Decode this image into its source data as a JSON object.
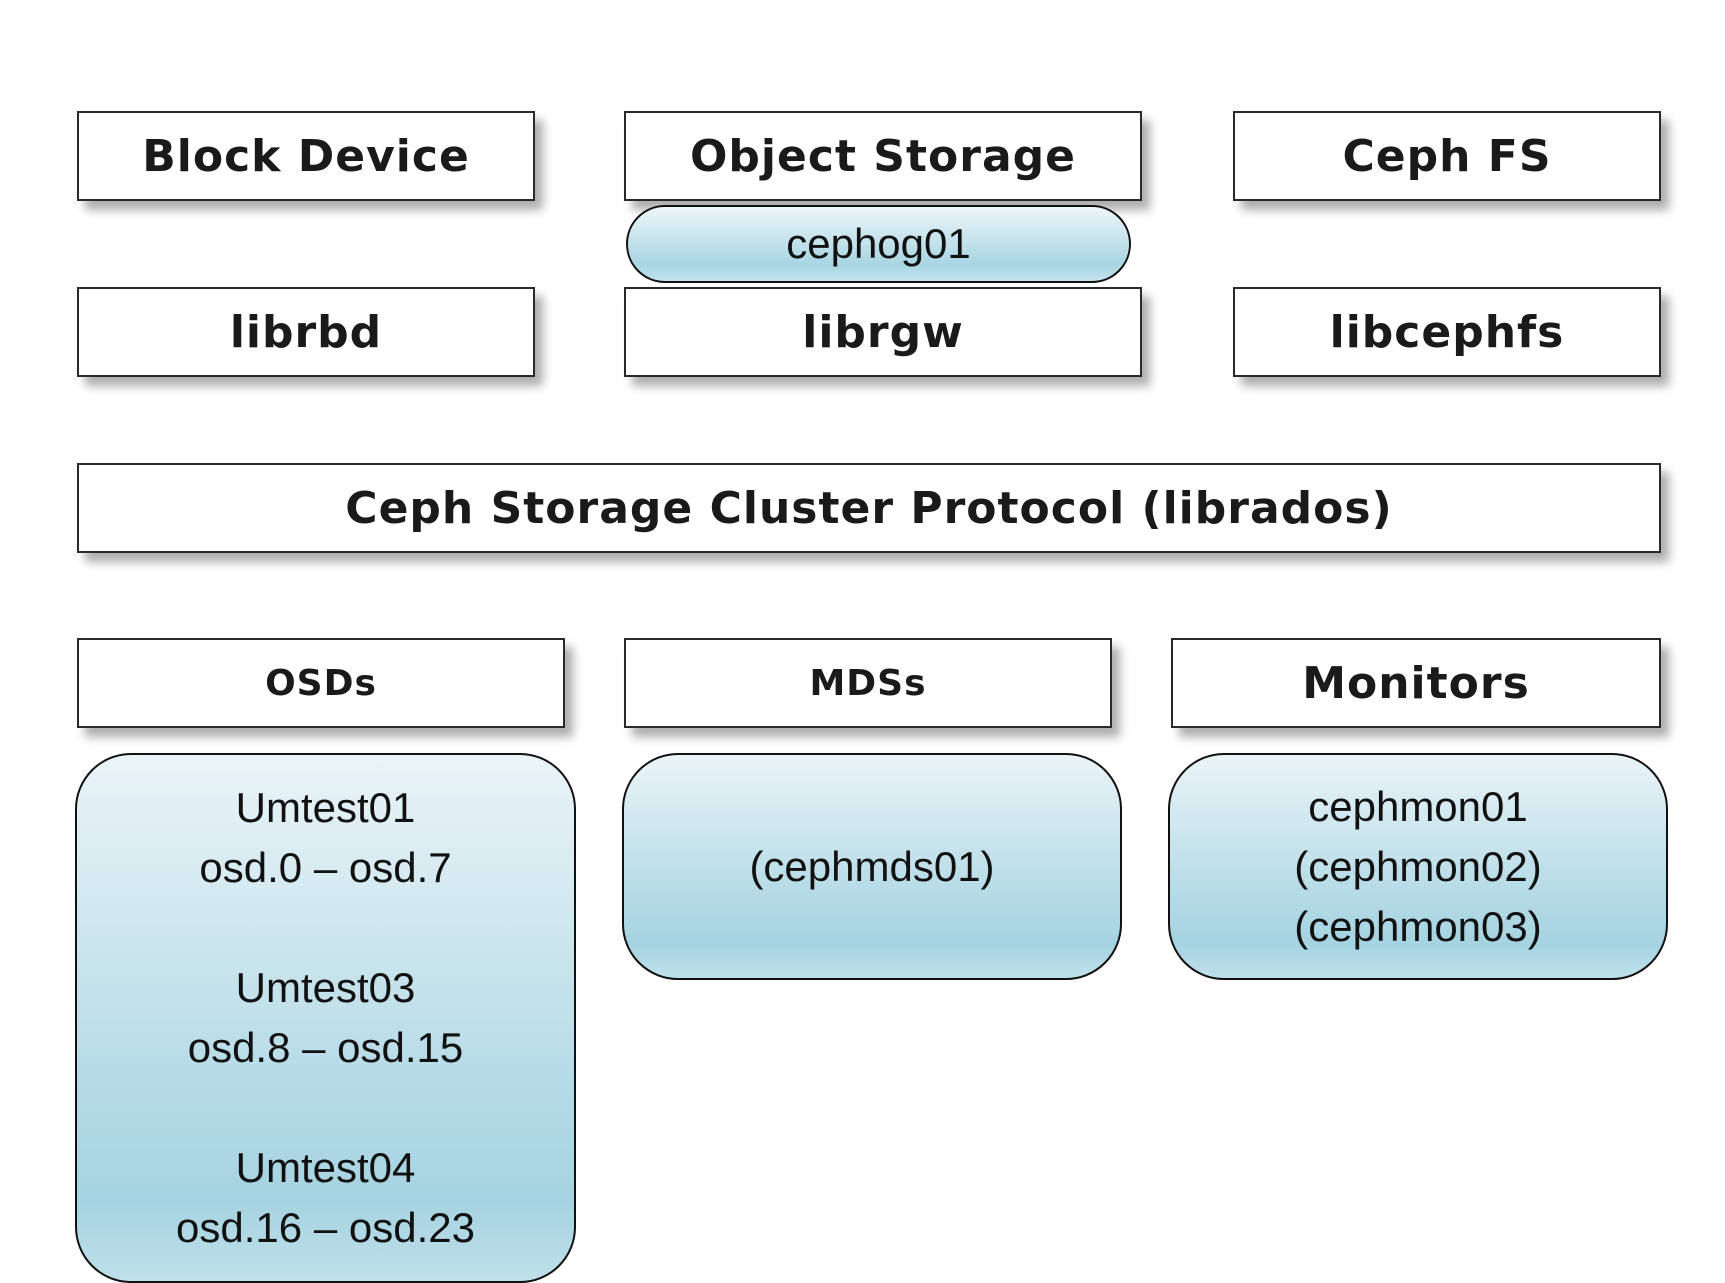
{
  "client_layer": {
    "block_device": "Block Device",
    "object_storage": "Object Storage",
    "ceph_fs": "Ceph FS"
  },
  "gateway": {
    "host": "cephog01"
  },
  "library_layer": {
    "librbd": "librbd",
    "librgw": "librgw",
    "libcephfs": "libcephfs"
  },
  "protocol": {
    "label": "Ceph Storage Cluster Protocol (librados)"
  },
  "daemon_layer": {
    "osds": "OSDs",
    "mdss": "MDSs",
    "monitors": "Monitors"
  },
  "osd_hosts": [
    {
      "host": "Umtest01",
      "range": "osd.0 – osd.7"
    },
    {
      "host": "Umtest03",
      "range": "osd.8 – osd.15"
    },
    {
      "host": "Umtest04",
      "range": "osd.16 – osd.23"
    }
  ],
  "mds_hosts": [
    "(cephmds01)"
  ],
  "monitor_hosts": [
    "cephmon01",
    "(cephmon02)",
    "(cephmon03)"
  ],
  "colors": {
    "node_fill_top": "#eaf4f8",
    "node_fill_mid": "#a6d3e1",
    "border": "#111111"
  }
}
